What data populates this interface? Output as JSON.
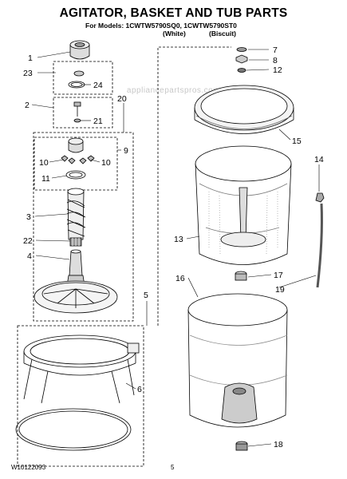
{
  "header": {
    "title": "AGITATOR, BASKET AND TUB PARTS",
    "models_line": "For Models: 1CWTW5790SQ0, 1CWTW5790ST0",
    "color_1": "(White)",
    "color_2": "(Biscuit)"
  },
  "watermark": "appliancepartspros.com",
  "footer": {
    "doc_number": "W10122093",
    "page_number": "5"
  },
  "callouts": {
    "c1": "1",
    "c2": "2",
    "c3": "3",
    "c4": "4",
    "c5": "5",
    "c6": "6",
    "c7": "7",
    "c8": "8",
    "c9": "9",
    "c10a": "10",
    "c10b": "10",
    "c11": "11",
    "c12": "12",
    "c13": "13",
    "c14": "14",
    "c15": "15",
    "c16": "16",
    "c17": "17",
    "c18": "18",
    "c19": "19",
    "c20": "20",
    "c21": "21",
    "c22": "22",
    "c23": "23",
    "c24": "24"
  }
}
